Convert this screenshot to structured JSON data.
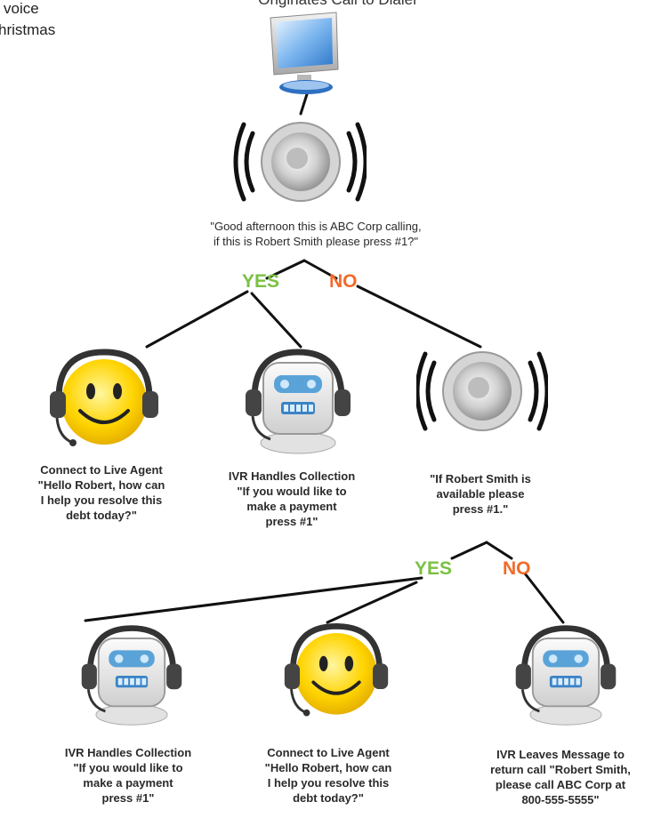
{
  "corner_labels": [
    "voice",
    "hristmas"
  ],
  "title": "Originates Call to Dialer",
  "question1": [
    "\"Good afternoon this is ABC Corp calling,",
    "if this is Robert Smith please press #1?\""
  ],
  "branch1": {
    "yes": "YES",
    "no": "NO"
  },
  "node_live_agent_1": [
    "Connect to Live Agent",
    "\"Hello Robert, how can",
    "I help you resolve this",
    "debt today?\""
  ],
  "node_ivr_collect_1": [
    "IVR Handles Collection",
    "\"If you would like to",
    "make a payment",
    "press #1\""
  ],
  "node_available": [
    "\"If Robert Smith is",
    "available please",
    "press #1.\""
  ],
  "branch2": {
    "yes": "YES",
    "no": "NO"
  },
  "node_ivr_collect_2": [
    "IVR Handles Collection",
    "\"If you would like to",
    "make a payment",
    "press #1\""
  ],
  "node_live_agent_2": [
    "Connect to Live Agent",
    "\"Hello Robert, how can",
    "I help you resolve this",
    "debt today?\""
  ],
  "node_ivr_message": [
    "IVR Leaves Message to",
    "return call \"Robert Smith,",
    "please call ABC Corp at",
    "800-555-5555\""
  ],
  "icons": [
    "computer-monitor-icon",
    "speaker-icon",
    "smiley-headset-icon",
    "robot-headset-icon"
  ],
  "colors": {
    "yes": "#7ac143",
    "no": "#f26a2a",
    "line": "#111111"
  }
}
